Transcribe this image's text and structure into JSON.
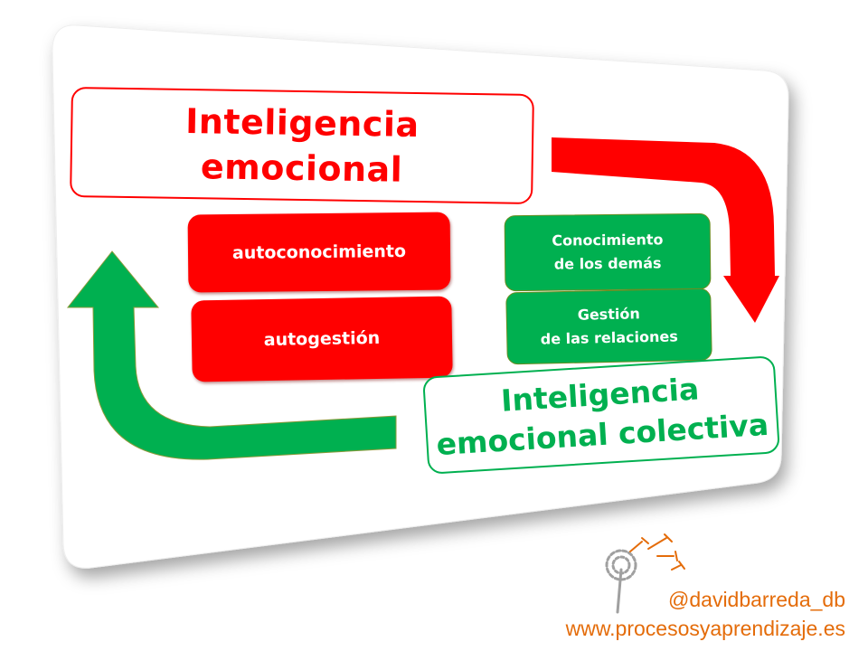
{
  "title": {
    "line1": "Inteligencia",
    "line2": "emocional"
  },
  "personal_boxes": [
    {
      "label": "autoconocimiento"
    },
    {
      "label": "autogestión"
    }
  ],
  "social_boxes": [
    {
      "line1": "Conocimiento",
      "line2": "de los demás"
    },
    {
      "line1": "Gestión",
      "line2": "de las relaciones"
    }
  ],
  "collective": {
    "line1": "Inteligencia",
    "line2": "emocional colectiva"
  },
  "footer": {
    "handle": "@davidbarreda_db",
    "website": "www.procesosyaprendizaje.es"
  },
  "colors": {
    "red": "#ff0000",
    "green": "#00b050",
    "orange": "#e46c0a"
  }
}
